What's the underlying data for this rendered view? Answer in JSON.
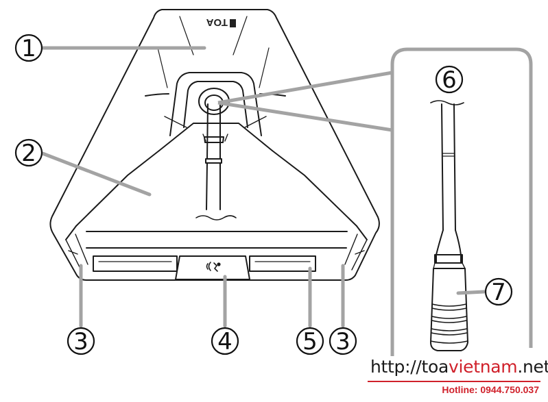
{
  "brand_mark": "TOA",
  "callouts": [
    "1",
    "2",
    "3",
    "4",
    "5",
    "3",
    "6",
    "7"
  ],
  "watermark": {
    "url_prefix": "http://toa",
    "url_accent": "vietnam",
    "url_suffix": ".net",
    "hotline": "Hotline: 0944.750.037"
  },
  "colors": {
    "line": "#1a1a1a",
    "leader": "#9a9a9a",
    "accent": "#d0202a"
  }
}
